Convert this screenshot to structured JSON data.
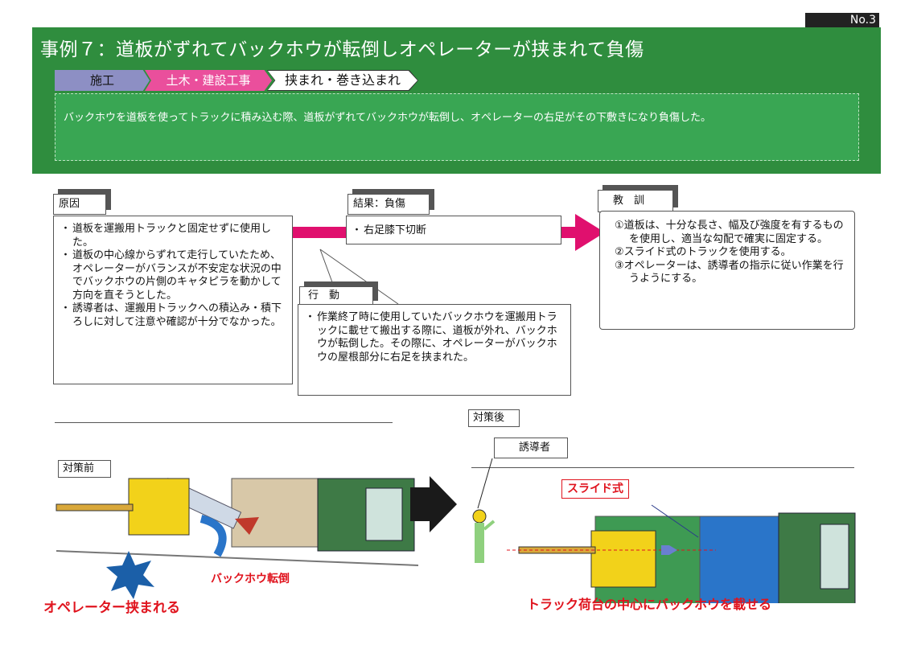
{
  "page_number": "No.3",
  "title": "事例７：道板がずれてバックホウが転倒しオペレーターが挟まれて負傷",
  "tags": [
    "施工",
    "土木・建設工事",
    "挟まれ・巻き込まれ"
  ],
  "summary": "バックホウを道板を使ってトラックに積み込む際、道板がずれてバックホウが転倒し、オペレーターの右足がその下敷きになり負傷した。",
  "cause": {
    "heading": "原因",
    "items": [
      "道板を運搬用トラックと固定せずに使用した。",
      "道板の中心線からずれて走行していたため、オペレーターがバランスが不安定な状況の中でバックホウの片側のキャタピラを動かして方向を直そうとした。",
      "誘導者は、運搬用トラックへの積込み・積下ろしに対して注意や確認が十分でなかった。"
    ]
  },
  "result": {
    "heading": "結果：負傷",
    "items": [
      "右足膝下切断"
    ]
  },
  "action": {
    "heading": "行　動",
    "items": [
      "作業終了時に使用していたバックホウを運搬用トラックに載せて搬出する際に、道板が外れ、バックホウが転倒した。その際に、オペレーターがバックホウの屋根部分に右足を挟まれた。"
    ]
  },
  "lesson": {
    "heading": "教　訓",
    "items": [
      "①道板は、十分な長さ、幅及び強度を有するものを使用し、適当な勾配で確実に固定する。",
      "②スライド式のトラックを使用する。",
      "③オペレーターは、誘導者の指示に従い作業を行うようにする。"
    ]
  },
  "before": {
    "label": "対策前",
    "caption_rollover": "バックホウ転倒",
    "caption_operator": "オペレーター挟まれる"
  },
  "after": {
    "label": "対策後",
    "guide_label": "誘導者",
    "slide_label": "スライド式",
    "caption": "トラック荷台の中心にバックホウを載せる"
  },
  "colors": {
    "header_green": "#2f8d3e",
    "desc_green": "#39a653",
    "tag1": "#8d8fc4",
    "tag2": "#ea4f9c",
    "arrow_magenta": "#e0106e",
    "caption_red": "#e0141e",
    "excavator_yellow": "#f2d21a",
    "truck_green": "#3e7a46",
    "bed_blue": "#2a75c9"
  }
}
